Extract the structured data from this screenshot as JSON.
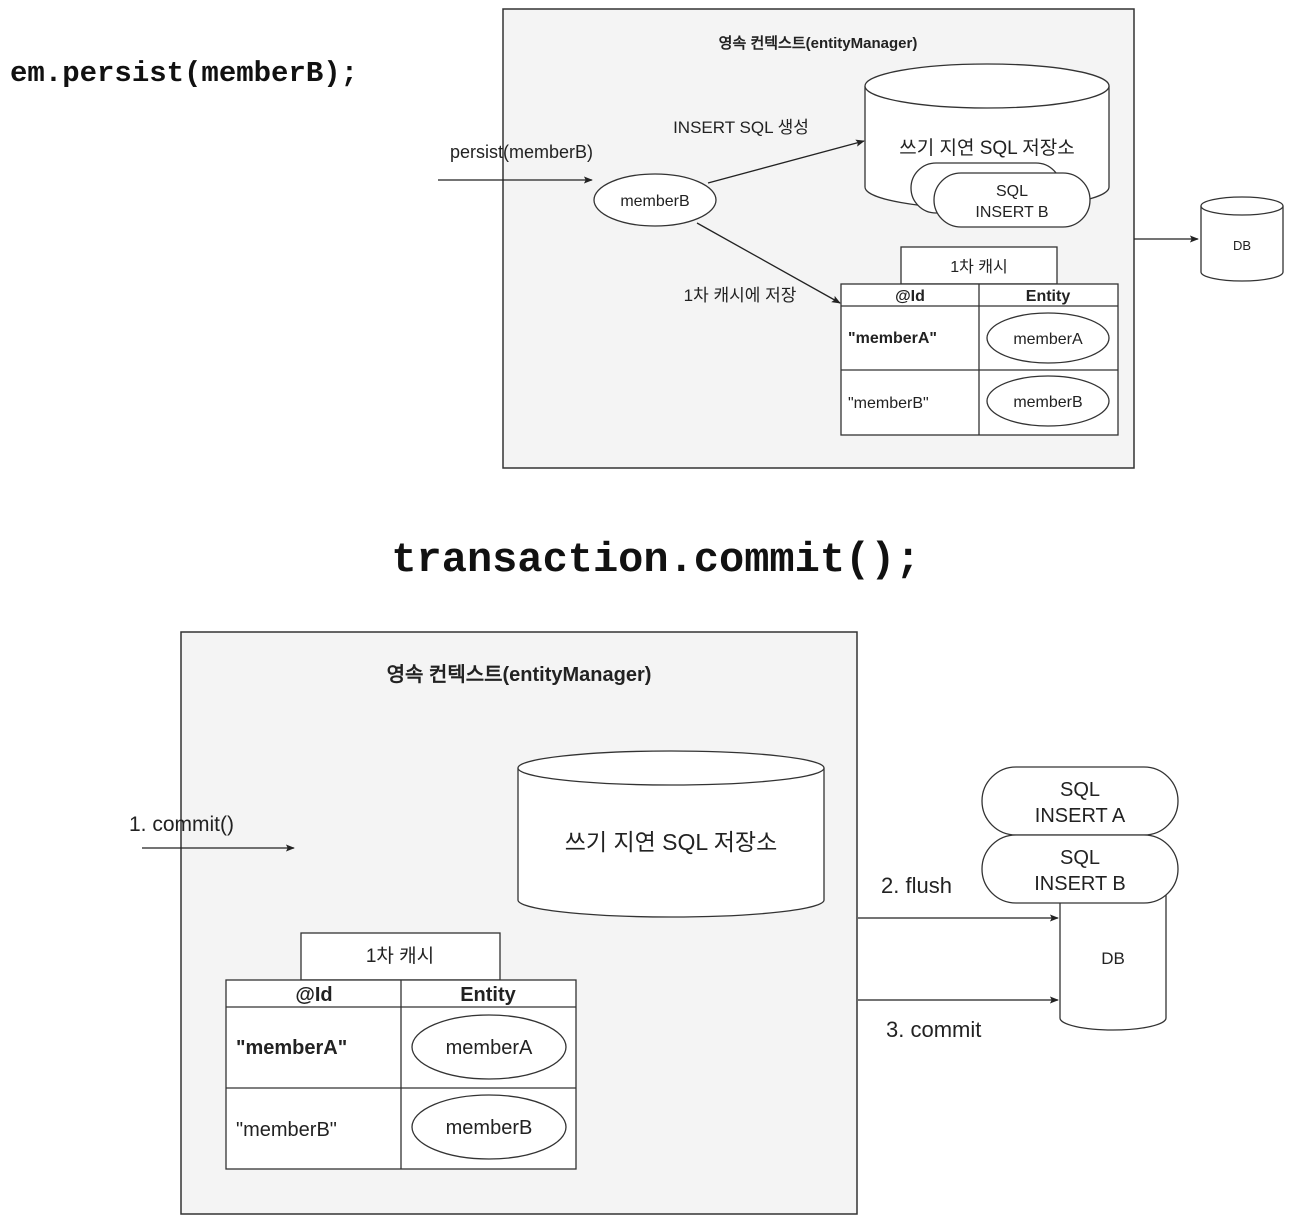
{
  "top": {
    "code": "em.persist(memberB);",
    "context_title": "영속 컨텍스트(entityManager)",
    "persist_label": "persist(memberB)",
    "member_node": "memberB",
    "insert_label": "INSERT SQL 생성",
    "store_label": "쓰기 지연 SQL 저장소",
    "sql_item": [
      "SQL",
      "INSERT B"
    ],
    "cache_label": "1차 캐시에 저장",
    "cache_title": "1차 캐시",
    "table_headers": [
      "@Id",
      "Entity"
    ],
    "rows": [
      {
        "id": "\"memberA\"",
        "entity": "memberA"
      },
      {
        "id": "\"memberB\"",
        "entity": "memberB"
      }
    ],
    "db_label": "DB"
  },
  "bottom": {
    "code": "transaction.commit();",
    "context_title": "영속 컨텍스트(entityManager)",
    "commit_label": "1. commit()",
    "store_label": "쓰기 지연 SQL 저장소",
    "cache_title": "1차 캐시",
    "table_headers": [
      "@Id",
      "Entity"
    ],
    "rows": [
      {
        "id": "\"memberA\"",
        "entity": "memberA"
      },
      {
        "id": "\"memberB\"",
        "entity": "memberB"
      }
    ],
    "flush_label": "2. flush",
    "commit_db_label": "3. commit",
    "sql_a": [
      "SQL",
      "INSERT A"
    ],
    "sql_b": [
      "SQL",
      "INSERT B"
    ],
    "db_label": "DB"
  }
}
